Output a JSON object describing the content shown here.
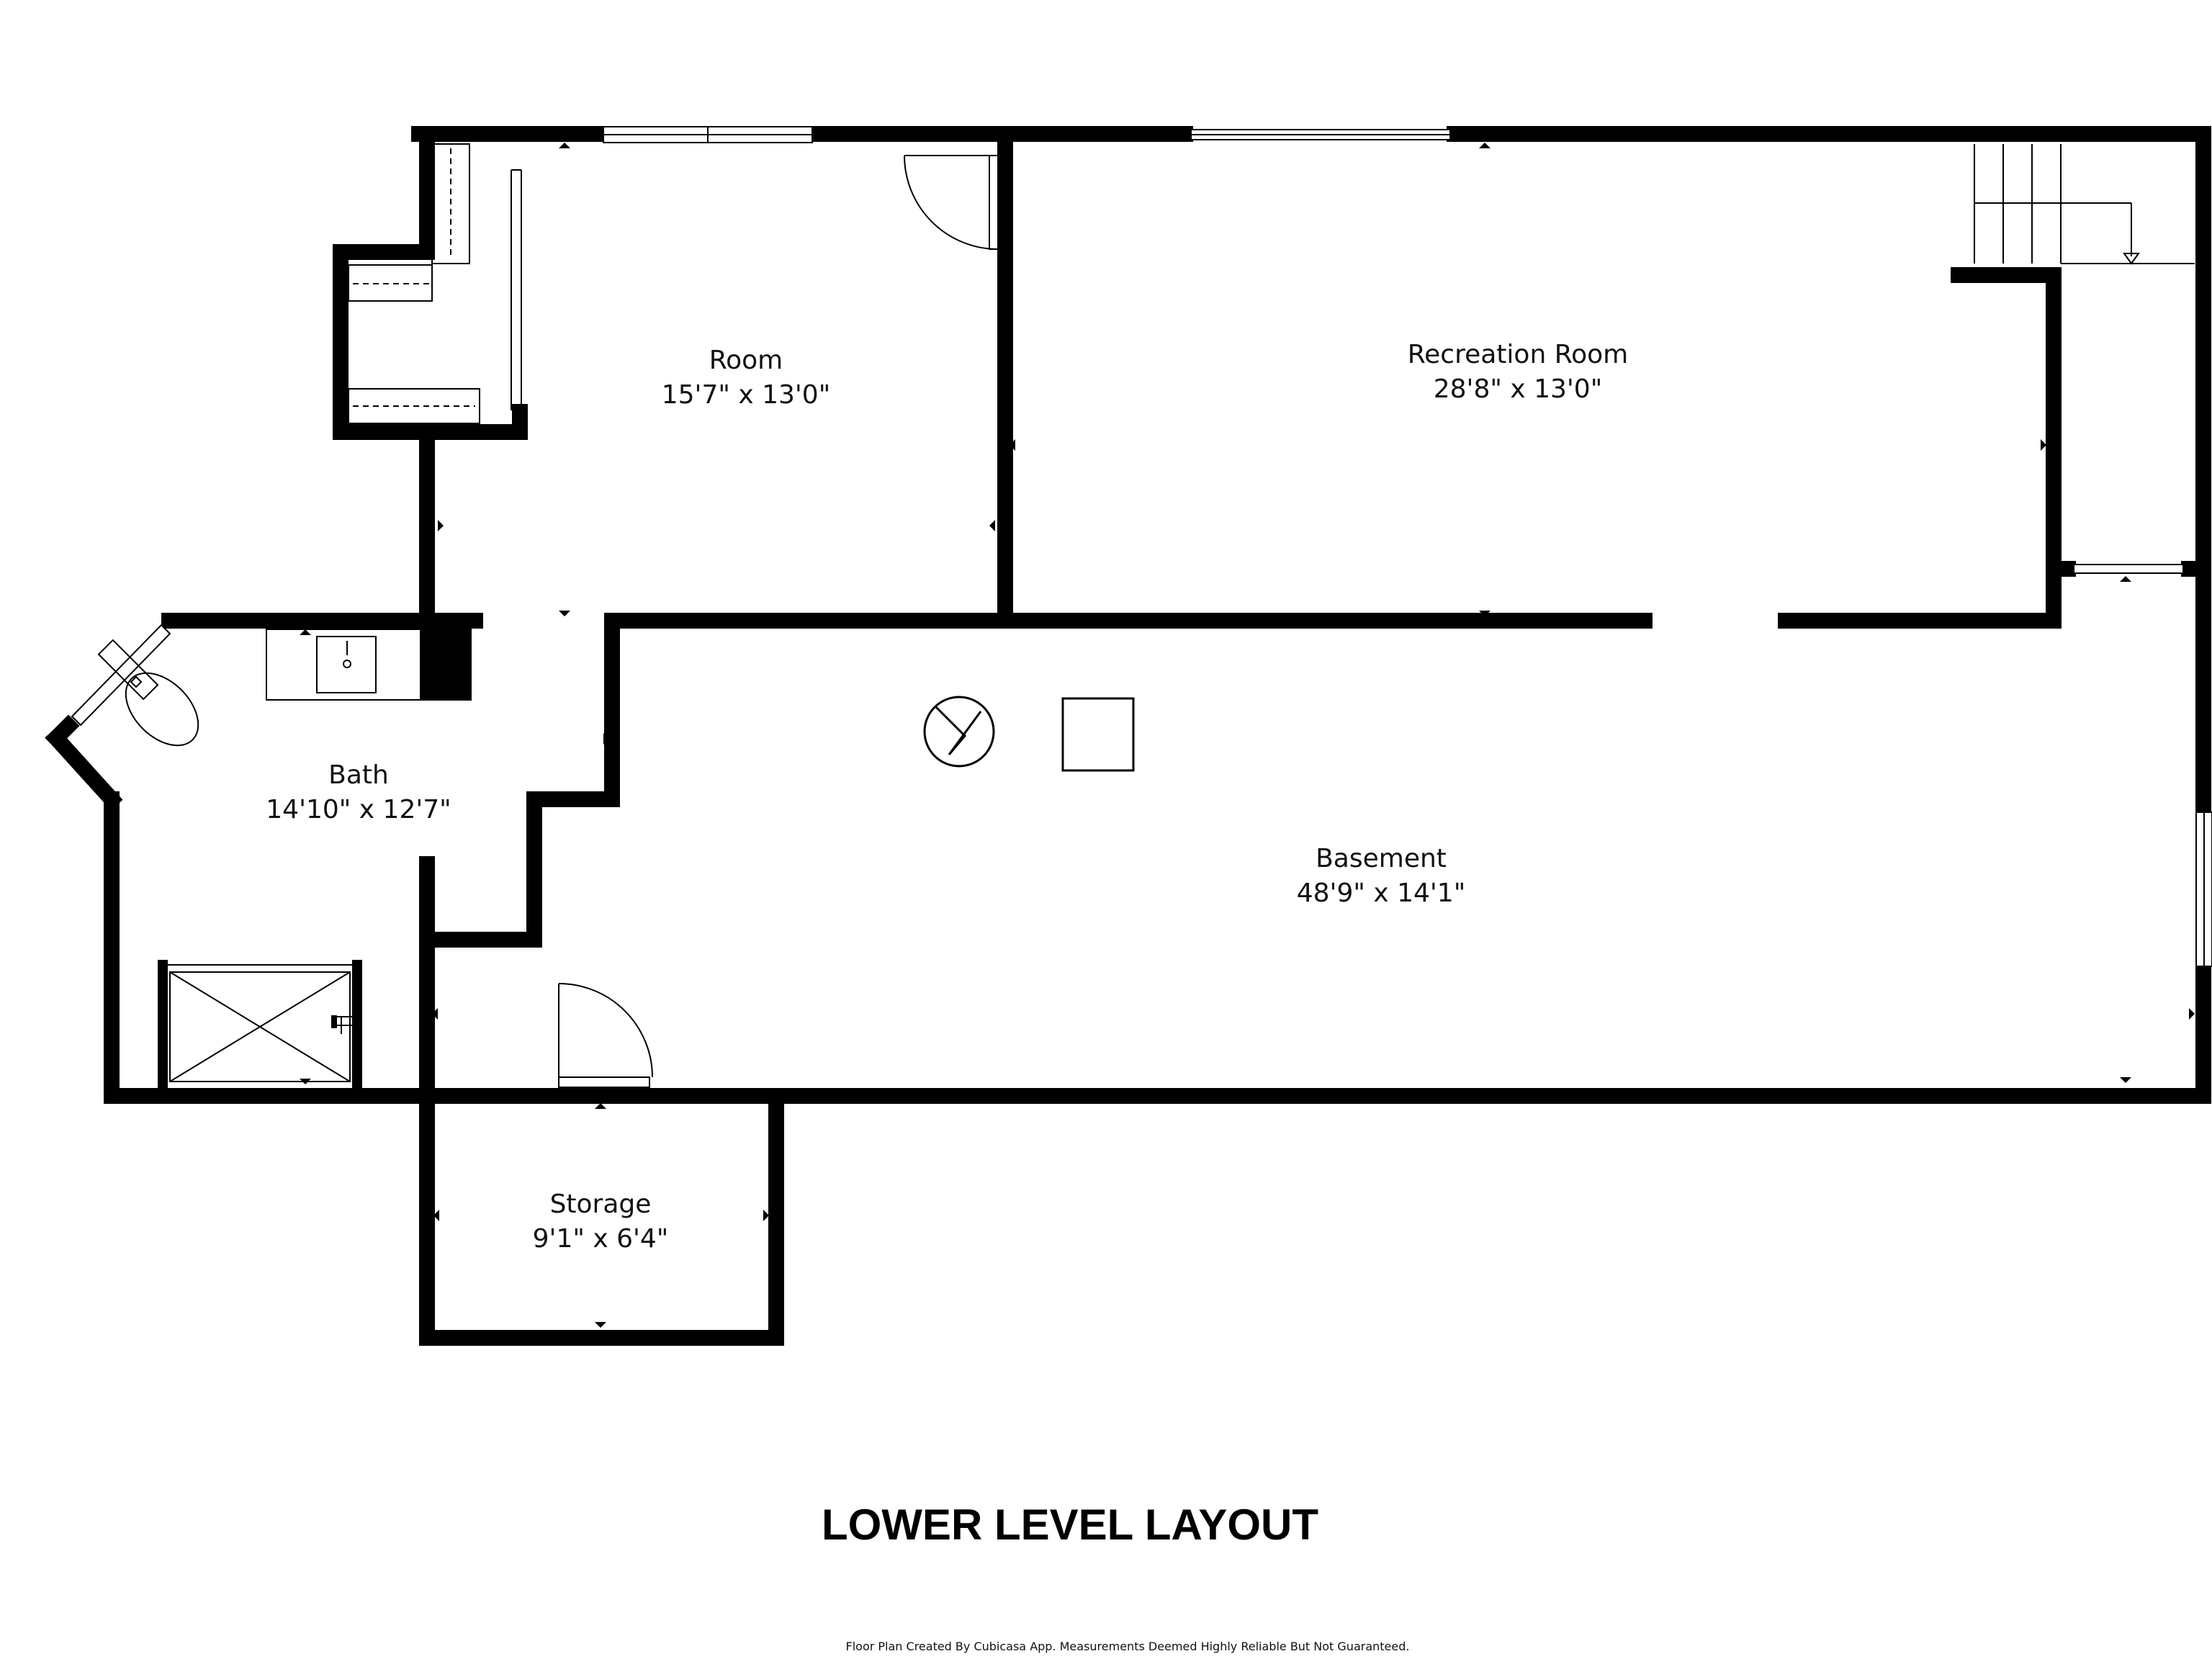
{
  "plan_title": "LOWER LEVEL LAYOUT",
  "footer_note": "Floor Plan Created By Cubicasa App. Measurements Deemed Highly Reliable But Not Guaranteed.",
  "rooms": {
    "room": {
      "name": "Room",
      "size": "15'7\" x 13'0\""
    },
    "recreation": {
      "name": "Recreation Room",
      "size": "28'8\" x 13'0\""
    },
    "bath": {
      "name": "Bath",
      "size": "14'10\" x 12'7\""
    },
    "basement": {
      "name": "Basement",
      "size": "48'9\" x 14'1\""
    },
    "storage": {
      "name": "Storage",
      "size": "9'1\" x 6'4\""
    }
  },
  "icons": {
    "water_heater": "water-heater-icon",
    "furnace": "furnace-icon",
    "stairs": "stairs-icon",
    "toilet": "toilet-icon",
    "sink": "sink-icon",
    "shower": "shower-icon"
  },
  "colors": {
    "walls": "#000000",
    "background": "#ffffff"
  }
}
